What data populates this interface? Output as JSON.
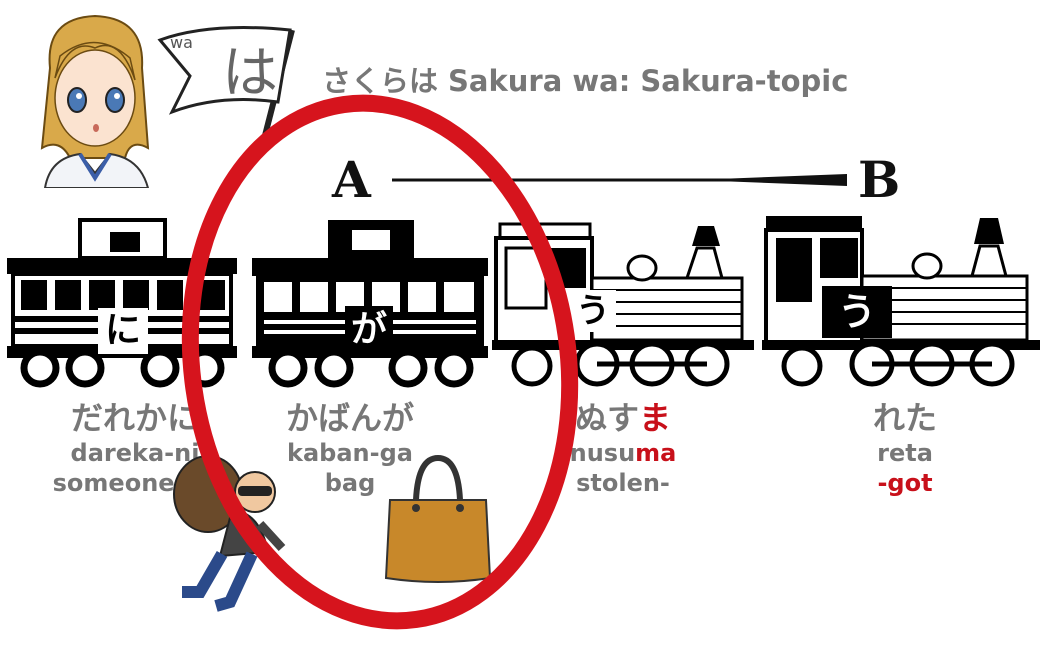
{
  "flag": {
    "roman": "wa",
    "kana": "は"
  },
  "topic": {
    "jp": "さくらは",
    "text": "Sakura wa: Sakura-topic"
  },
  "arrow": {
    "start": "A",
    "end": "B"
  },
  "cars": [
    {
      "kana": "に"
    },
    {
      "kana": "が"
    },
    {
      "kana": "う"
    },
    {
      "kana": "う"
    }
  ],
  "glosses": [
    {
      "jp": "だれかに",
      "romaji": "dareka-ni",
      "english": "someone-by"
    },
    {
      "jp": "かばんが",
      "romaji": "kaban-ga",
      "english": "bag"
    },
    {
      "jp_plain": "ぬす",
      "jp_red": "ま",
      "romaji_plain": "nusu",
      "romaji_red": "ma",
      "english": "stolen-"
    },
    {
      "jp": "れた",
      "romaji": "reta",
      "english_red": "-got"
    }
  ],
  "colors": {
    "highlight": "#c8101a",
    "gloss_text": "#777777",
    "bag": "#c8882a"
  }
}
